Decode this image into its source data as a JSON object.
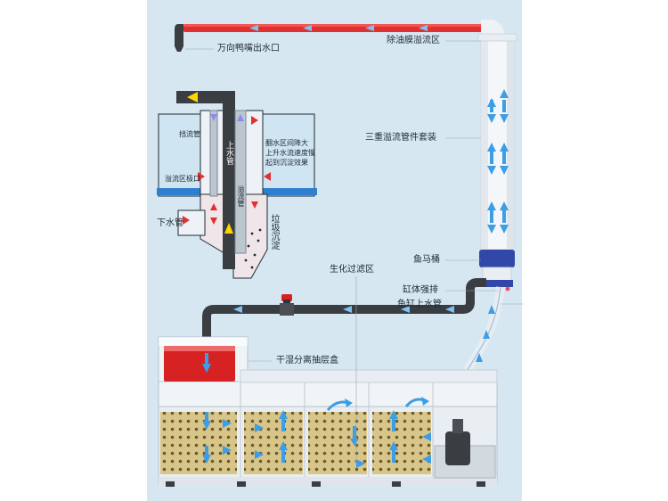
{
  "colors": {
    "background_panel": "#d6e7f1",
    "return_pipe_red": "#e03131",
    "pipe_dark": "#3a3d42",
    "overflow_tube": "#f4f6f9",
    "flow_arrow_blue": "#3b9ee6",
    "arrow_red": "#e03131",
    "arrow_yellow": "#ffd500",
    "bio_media": "#d8c58a",
    "drip_box_red": "#d62222",
    "marker_pink": "#e24c6b"
  },
  "labels": {
    "outlet_nozzle": "万向鸭嘴出水口",
    "surface_skimmer_overflow": "除油膜溢流区",
    "triple_overflow_kit": "三重溢流管件套装",
    "siphon_bucket": "鱼马桶",
    "tank_forced_drain": "缸体强排",
    "tank_return_pipe": "鱼缸上水管",
    "bio_filter_zone": "生化过滤区",
    "wet_dry_drawer": "干湿分离抽层盒"
  },
  "inset": {
    "baffle_pipe": "挡流管",
    "overflow_slot": "溢流区极口",
    "drain_pipe": "下水管",
    "upflow_pipe": "上水管",
    "overflow_pipe": "溢流管",
    "debris_settling": "垃圾沉淀",
    "note_line1": "翻水区间降大",
    "note_line2": "上升水流速度慢",
    "note_line3": "起到沉淀效果"
  }
}
